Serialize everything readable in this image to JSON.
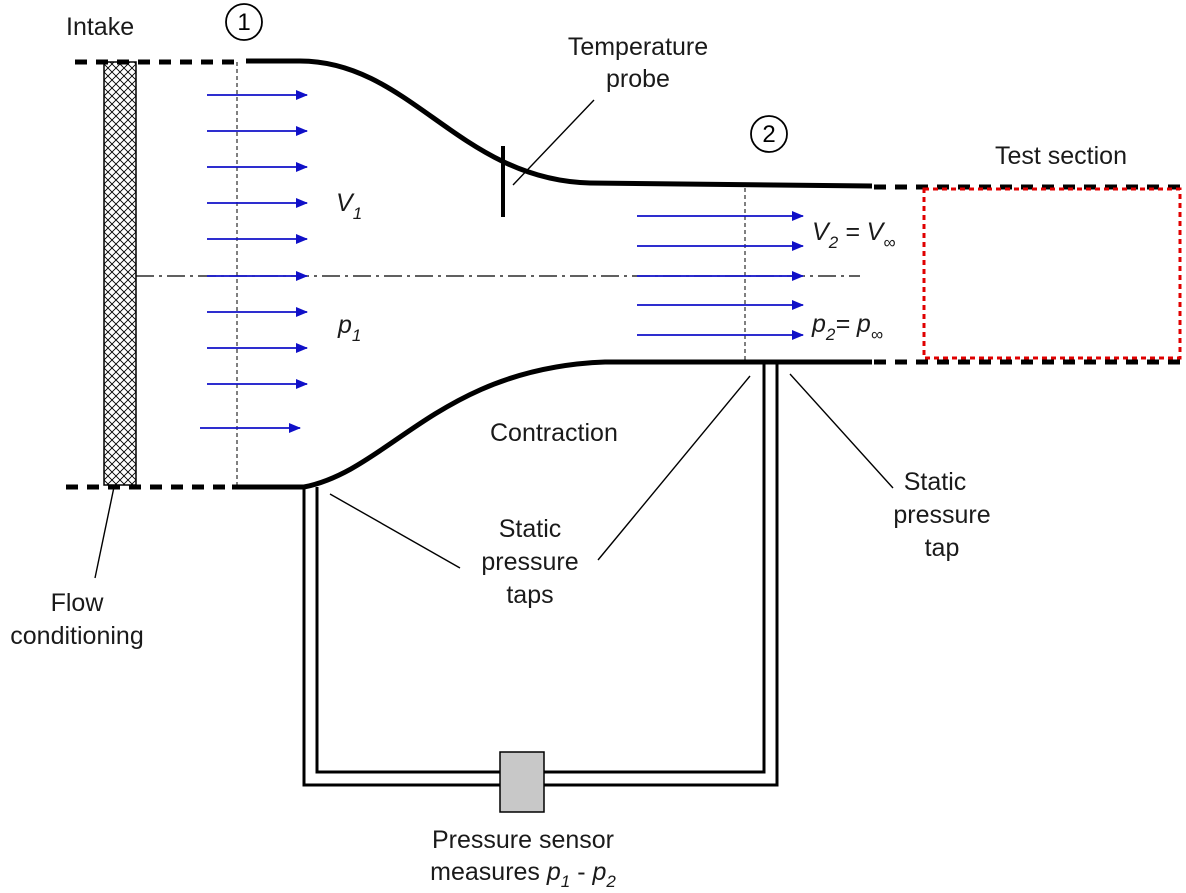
{
  "labels": {
    "intake": "Intake",
    "station_1": "1",
    "station_2": "2",
    "temperature_probe_line1": "Temperature",
    "temperature_probe_line2": "probe",
    "test_section": "Test section",
    "v1_main": "V",
    "v1_sub": "1",
    "p1_main": "p",
    "p1_sub": "1",
    "v2_main": "V",
    "v2_sub": "2",
    "v2_equals": " = V",
    "v2_inf_sub": "∞",
    "p2_main": "p",
    "p2_sub": "2",
    "p2_equals": "= p",
    "p2_inf_sub": "∞",
    "contraction": "Contraction",
    "static_taps_line1": "Static",
    "static_taps_line2": "pressure",
    "static_taps_line3": "taps",
    "static_tap_line1": "Static",
    "static_tap_line2": "pressure",
    "static_tap_line3": "tap",
    "flow_conditioning_line1": "Flow",
    "flow_conditioning_line2": "conditioning",
    "sensor_line1": "Pressure sensor",
    "sensor_line2_prefix": "measures ",
    "sensor_p": "p",
    "sensor_sub1": "1",
    "sensor_minus": " - ",
    "sensor_sub2": "2"
  },
  "colors": {
    "flow_arrows": "#1010c8",
    "test_section_outline": "#e00000",
    "sensor_fill": "#c8c8c8",
    "walls": "#000000"
  }
}
